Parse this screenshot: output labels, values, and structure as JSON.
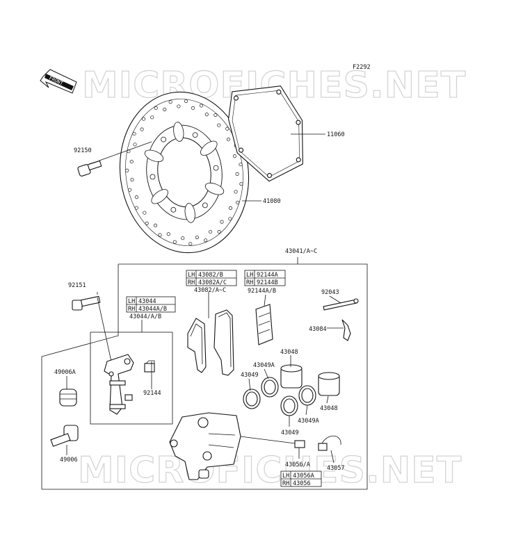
{
  "watermark": "MICROFICHES.NET",
  "figure_code": "F2292",
  "front_arrow": "FRONT",
  "callouts": {
    "c11060": "11060",
    "c41080": "41080",
    "c92150": "92150",
    "c43041": "43041/A~C",
    "c92151": "92151",
    "c43082": "43082/A~C",
    "c92144ab": "92144A/B",
    "c92043": "92043",
    "c43084": "43084",
    "c43044": "43044/A/B",
    "c43048a": "43048",
    "c43049a_top": "43049A",
    "c43049_top": "43049",
    "c49006a": "49006A",
    "c92144": "92144",
    "c43048b": "43048",
    "c43049a_bot": "43049A",
    "c43049_bot": "43049",
    "c49006": "49006",
    "c43056": "43056/A",
    "c43057": "43057"
  },
  "boxes": {
    "b43082": [
      {
        "side": "LH",
        "part": "43082/B"
      },
      {
        "side": "RH",
        "part": "43082A/C"
      }
    ],
    "b92144": [
      {
        "side": "LH",
        "part": "92144A"
      },
      {
        "side": "RH",
        "part": "92144B"
      }
    ],
    "b43044": [
      {
        "side": "LH",
        "part": "43044"
      },
      {
        "side": "RH",
        "part": "43044A/B"
      }
    ],
    "b43056": [
      {
        "side": "LH",
        "part": "43056A"
      },
      {
        "side": "RH",
        "part": "43056"
      }
    ]
  }
}
